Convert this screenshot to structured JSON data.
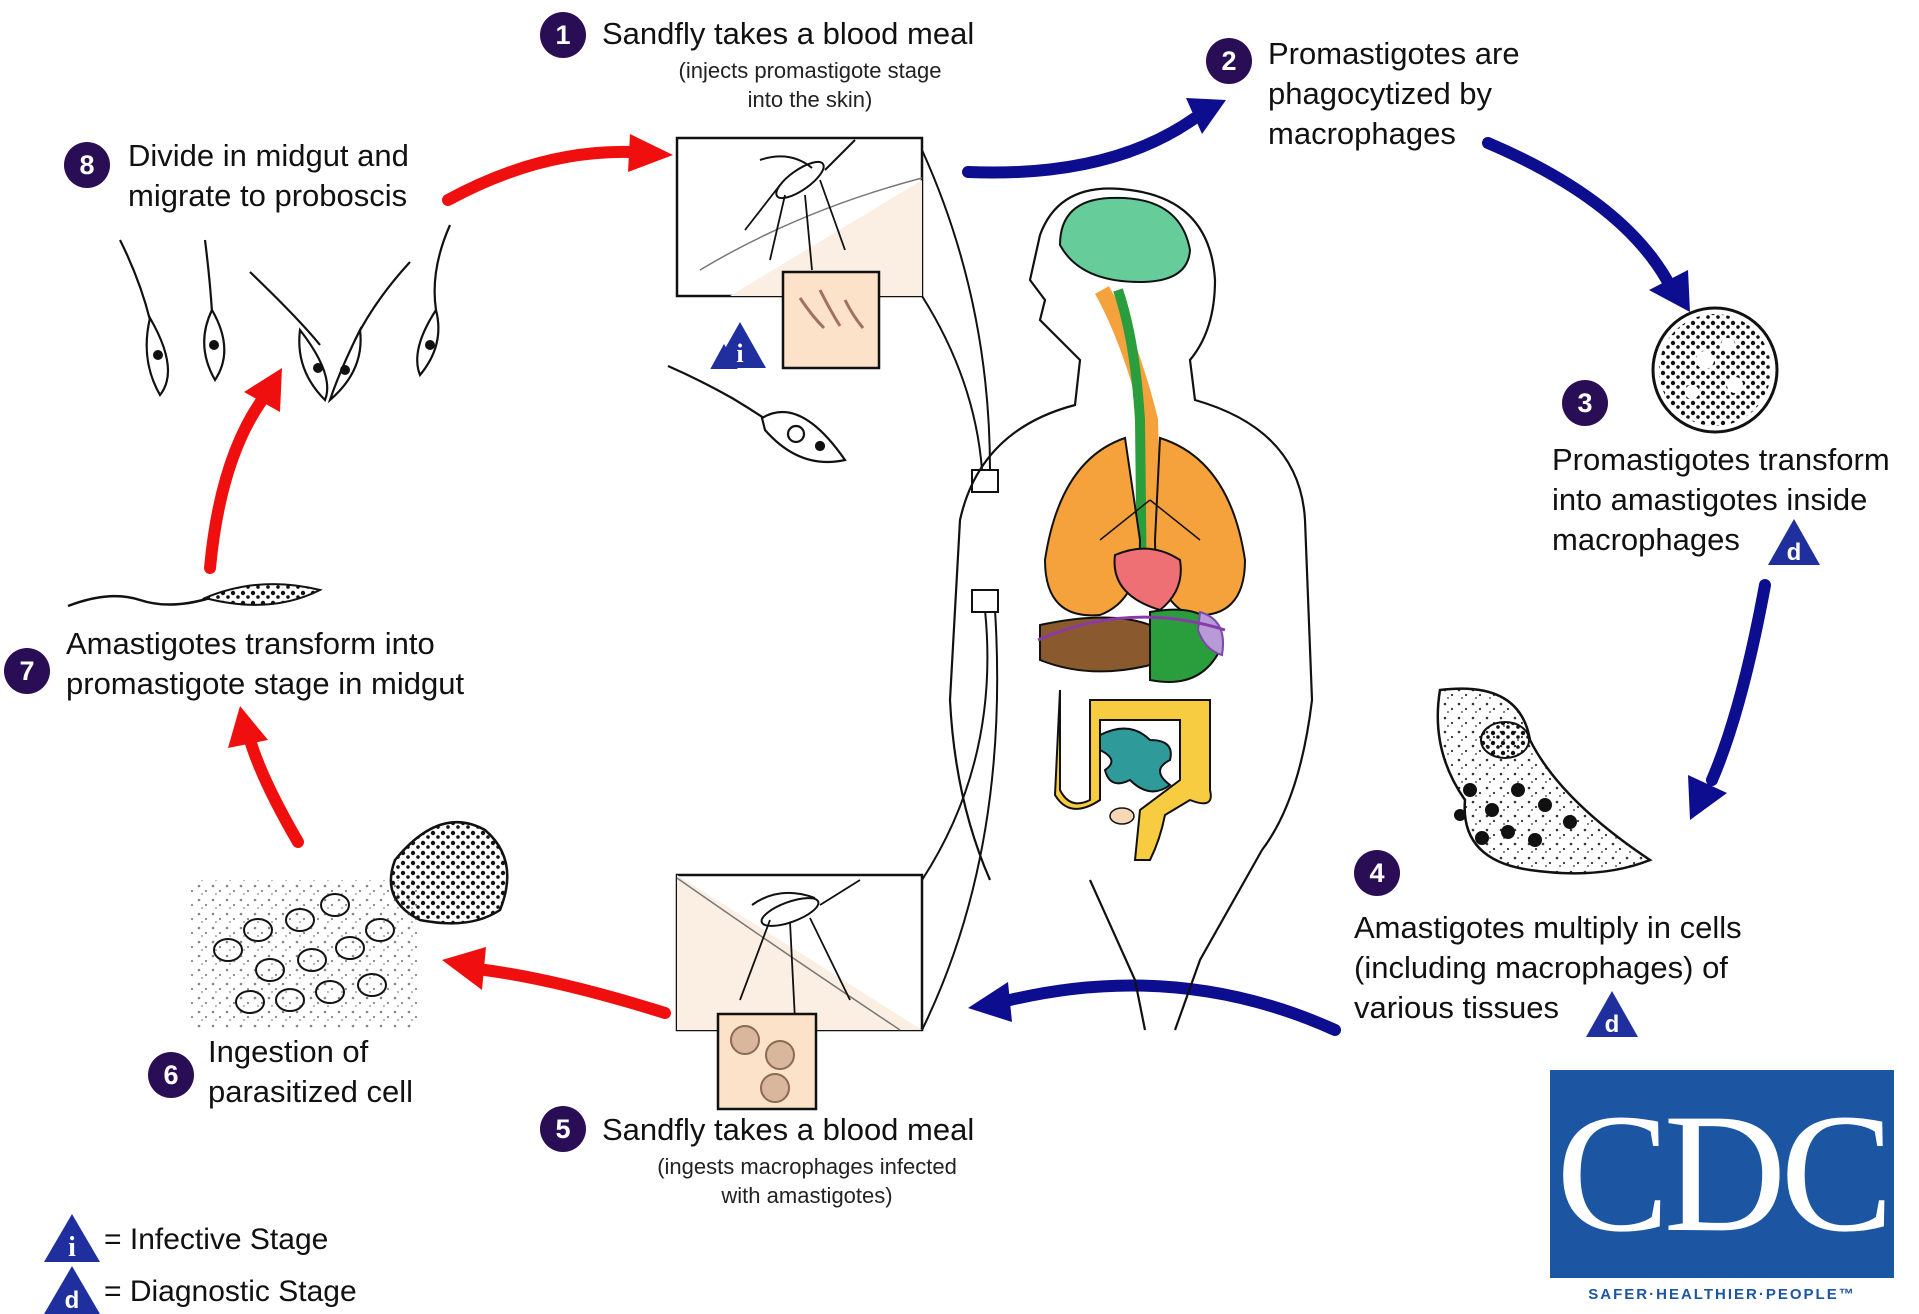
{
  "steps": [
    {
      "num": "1",
      "title": "Sandfly takes a blood meal",
      "sub": [
        "(injects promastigote stage",
        "into the skin)"
      ]
    },
    {
      "num": "2",
      "lines": [
        "Promastigotes are",
        "phagocytized by",
        "macrophages"
      ]
    },
    {
      "num": "3",
      "lines": [
        "Promastigotes transform",
        "into amastigotes inside",
        "macrophages"
      ]
    },
    {
      "num": "4",
      "lines": [
        "Amastigotes multiply in cells",
        "(including macrophages) of",
        "various tissues"
      ]
    },
    {
      "num": "5",
      "title": "Sandfly takes a blood meal",
      "sub": [
        "(ingests macrophages infected",
        "with amastigotes)"
      ]
    },
    {
      "num": "6",
      "lines": [
        "Ingestion of",
        "parasitized cell"
      ]
    },
    {
      "num": "7",
      "lines": [
        "Amastigotes transform into",
        "promastigote stage in midgut"
      ]
    },
    {
      "num": "8",
      "lines": [
        "Divide in midgut and",
        "migrate to proboscis"
      ]
    }
  ],
  "legend": {
    "infective_symbol": "i",
    "infective_label": "= Infective Stage",
    "diagnostic_symbol": "d",
    "diagnostic_label": "= Diagnostic Stage"
  },
  "logo": {
    "text": "CDC",
    "tagline": "SAFER·HEALTHIER·PEOPLE™"
  },
  "colors": {
    "human_stage_arrow": "#0d0d8f",
    "sandfly_stage_arrow": "#f00f0f",
    "step_badge": "#2a0e55",
    "stage_marker": "#1f2f9e",
    "logo_blue": "#1c55a2",
    "brain": "#66cc99",
    "lungs": "#f6a23c",
    "heart": "#ee6f74",
    "liver": "#8a5a2e",
    "stomach": "#2a9d3c",
    "large_intestine": "#f8cc40",
    "small_intestine": "#2f9a9a",
    "spleen": "#b89ad8",
    "skin_inset": "#fbeee2"
  }
}
